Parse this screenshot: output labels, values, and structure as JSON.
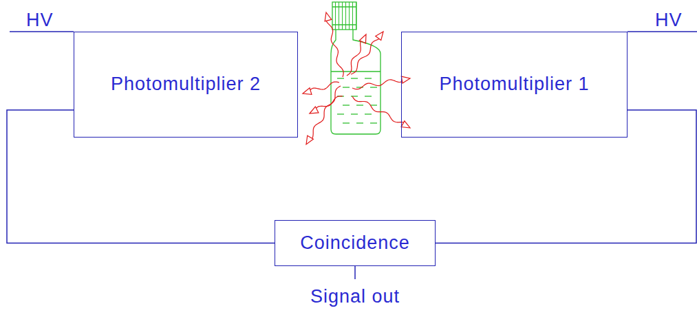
{
  "diagram": {
    "nodes": [
      {
        "text": [
          "Photomultiplier 2"
        ]
      },
      {
        "text": [
          "Photomultiplier 1"
        ]
      },
      {
        "text": [
          "Coincidence"
        ]
      }
    ],
    "edges": [
      {
        "from": 0,
        "to": 2,
        "arrow": "none"
      },
      {
        "from": 1,
        "to": 2,
        "arrow": "none"
      }
    ],
    "labels": [
      "HV",
      "HV",
      "Signal out"
    ]
  }
}
